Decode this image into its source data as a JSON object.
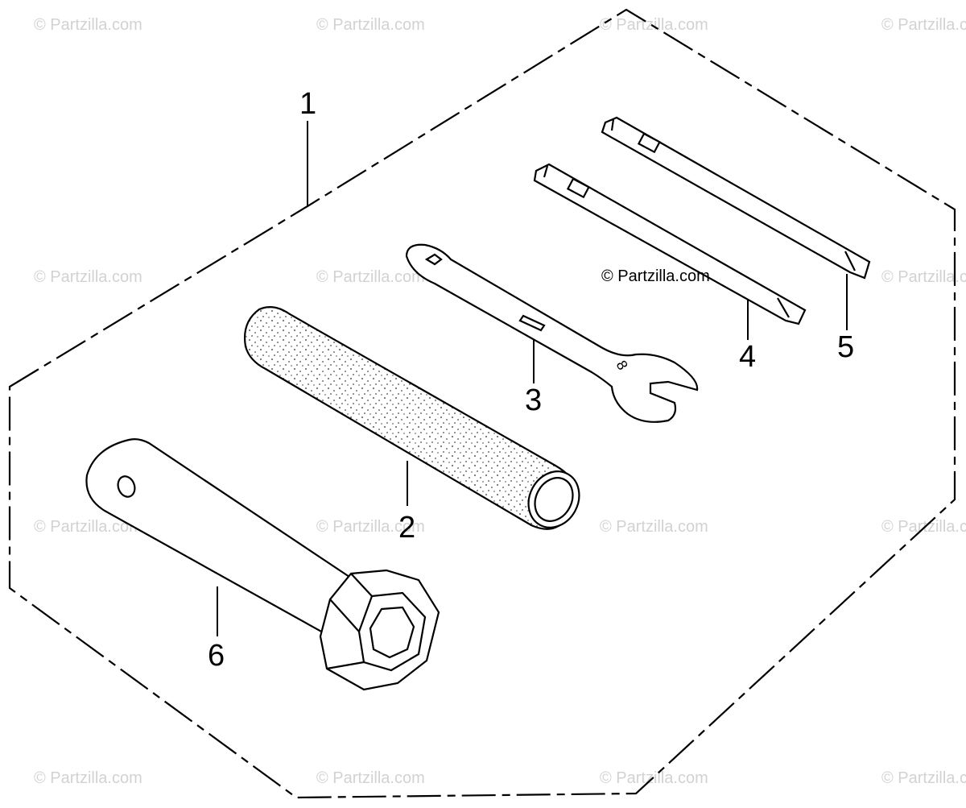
{
  "watermark": "© Partzilla.com",
  "center_watermark": "© Partzilla.com",
  "callouts": {
    "kit": "1",
    "pipe": "2",
    "wrench": "3",
    "screwdriver_a": "4",
    "screwdriver_b": "5",
    "socket_wrench": "6"
  },
  "colors": {
    "line": "#000000",
    "watermark": "#d2d2d2",
    "background": "#ffffff"
  }
}
